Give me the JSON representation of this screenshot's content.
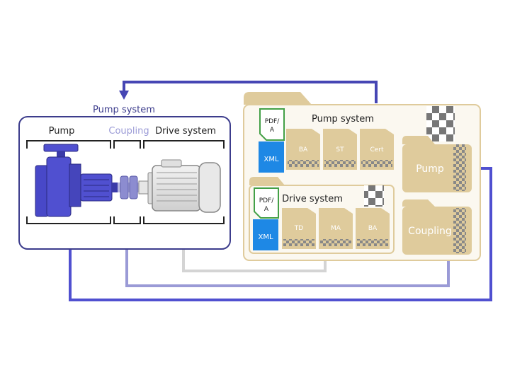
{
  "pump_system_group": {
    "title": "Pump system",
    "pump_label": "Pump",
    "coupling_label": "Coupling",
    "drive_label": "Drive system"
  },
  "documentation": {
    "pump_system_folder": {
      "title": "Pump system",
      "format_pdfa": "PDF/\nA",
      "format_xml": "XML",
      "docs": [
        "BA",
        "ST",
        "Cert"
      ]
    },
    "drive_system_folder": {
      "title": "Drive system",
      "format_pdfa": "PDF/\nA",
      "format_xml": "XML",
      "docs": [
        "TD",
        "MA",
        "BA"
      ]
    },
    "pump_folder": {
      "label": "Pump"
    },
    "coupling_folder": {
      "label": "Coupling"
    }
  },
  "colors": {
    "pump": "#5050d0",
    "pump_dark": "#3a3aa8",
    "coupling": "#9a9ad6",
    "drive": "#d6d6d6",
    "frame": "#3c3c8c",
    "folder": "#dfcb9c",
    "folder_fill": "#fbf8f0",
    "xml_blue": "#1e88e5",
    "pdf_green": "#43a047"
  }
}
